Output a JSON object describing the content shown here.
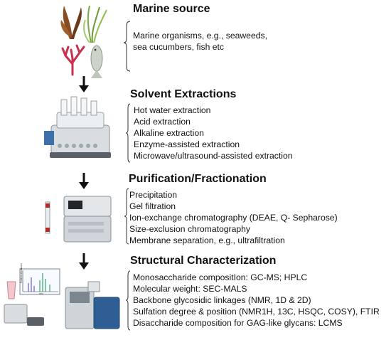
{
  "stages": [
    {
      "title": "Marine source",
      "items": [
        "Marine organisms, e.g., seaweeds,",
        "sea cucumbers, fish etc"
      ]
    },
    {
      "title": "Solvent Extractions",
      "items": [
        "Hot water extraction",
        "Acid extraction",
        "Alkaline extraction",
        "Enzyme-assisted extraction",
        "Microwave/ultrasound-assisted extraction"
      ]
    },
    {
      "title": "Purification/Fractionation",
      "items": [
        "Precipitation",
        "Gel filtration",
        "Ion-exchange chromatography (DEAE, Q- Sepharose)",
        "Size-exclusion chromatography",
        "Membrane separation, e.g., ultrafiltration"
      ]
    },
    {
      "title": "Structural Characterization",
      "items": [
        "Monosaccharide compositIon: GC-MS; HPLC",
        "Molecular weight: SEC-MALS",
        "Backbone glycosidic linkages (NMR, 1D & 2D)",
        "Sulfation degree & position (NMR1H, 13C, HSQC, COSY), FTIR",
        "Disaccharide composition for GAG-like glycans: LCMS"
      ]
    }
  ],
  "spectrum_labels": {
    "y": "Relative abundance",
    "x": "m/z"
  },
  "colors": {
    "arrow": "#111111",
    "brace": "#333333"
  }
}
